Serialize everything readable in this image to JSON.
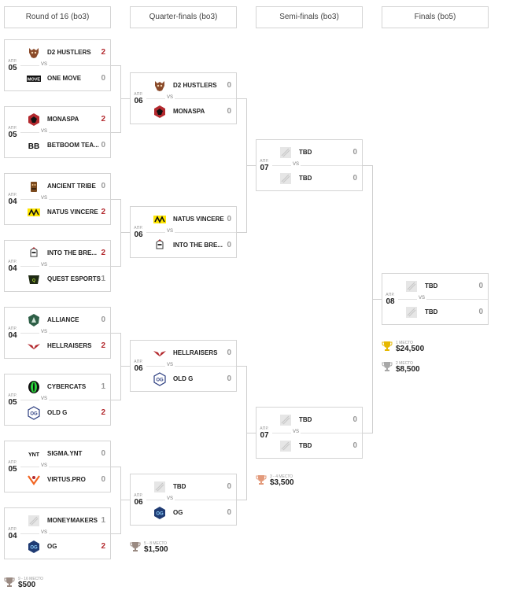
{
  "rounds": [
    {
      "title": "Round of 16 (bo3)"
    },
    {
      "title": "Quarter-finals (bo3)"
    },
    {
      "title": "Semi-finals (bo3)"
    },
    {
      "title": "Finals (bo5)"
    }
  ],
  "vs_label": "VS",
  "month": "АПР.",
  "matches": [
    {
      "day": "05",
      "team1": {
        "name": "D2 HUSTLERS",
        "score": "2",
        "icon": "d2-hustlers-logo"
      },
      "team2": {
        "name": "ONE MOVE",
        "score": "0",
        "icon": "one-move-logo"
      },
      "winner": 1
    },
    {
      "day": "05",
      "team1": {
        "name": "MONASPA",
        "score": "2",
        "icon": "monaspa-logo"
      },
      "team2": {
        "name": "BETBOOM TEA...",
        "score": "0",
        "icon": "betboom-logo"
      },
      "winner": 1
    },
    {
      "day": "04",
      "team1": {
        "name": "ANCIENT TRIBE",
        "score": "0",
        "icon": "ancient-tribe-logo"
      },
      "team2": {
        "name": "NATUS VINCERE",
        "score": "2",
        "icon": "navi-logo"
      },
      "winner": 2
    },
    {
      "day": "04",
      "team1": {
        "name": "INTO THE BRE...",
        "score": "2",
        "icon": "into-the-breach-logo"
      },
      "team2": {
        "name": "QUEST ESPORTS",
        "score": "1",
        "icon": "quest-logo"
      },
      "winner": 1
    },
    {
      "day": "04",
      "team1": {
        "name": "ALLIANCE",
        "score": "0",
        "icon": "alliance-logo"
      },
      "team2": {
        "name": "HELLRAISERS",
        "score": "2",
        "icon": "hellraisers-logo"
      },
      "winner": 2
    },
    {
      "day": "05",
      "team1": {
        "name": "CYBERCATS",
        "score": "1",
        "icon": "cybercats-logo"
      },
      "team2": {
        "name": "OLD G",
        "score": "2",
        "icon": "old-g-logo"
      },
      "winner": 2
    },
    {
      "day": "05",
      "team1": {
        "name": "SIGMA.YNT",
        "score": "0",
        "icon": "sigma-ynt-logo"
      },
      "team2": {
        "name": "VIRTUS.PRO",
        "score": "0",
        "icon": "virtus-pro-logo"
      },
      "winner": 0
    },
    {
      "day": "04",
      "team1": {
        "name": "MONEYMAKERS",
        "score": "1",
        "icon": "placeholder-logo"
      },
      "team2": {
        "name": "OG",
        "score": "2",
        "icon": "og-logo"
      },
      "winner": 2
    },
    {
      "day": "06",
      "team1": {
        "name": "D2 HUSTLERS",
        "score": "0",
        "icon": "d2-hustlers-logo"
      },
      "team2": {
        "name": "MONASPA",
        "score": "0",
        "icon": "monaspa-logo"
      },
      "winner": 0
    },
    {
      "day": "06",
      "team1": {
        "name": "NATUS VINCERE",
        "score": "0",
        "icon": "navi-logo"
      },
      "team2": {
        "name": "INTO THE BRE...",
        "score": "0",
        "icon": "into-the-breach-logo"
      },
      "winner": 0
    },
    {
      "day": "06",
      "team1": {
        "name": "HELLRAISERS",
        "score": "0",
        "icon": "hellraisers-logo"
      },
      "team2": {
        "name": "OLD G",
        "score": "0",
        "icon": "old-g-logo"
      },
      "winner": 0
    },
    {
      "day": "06",
      "team1": {
        "name": "TBD",
        "score": "0",
        "icon": "placeholder-logo"
      },
      "team2": {
        "name": "OG",
        "score": "0",
        "icon": "og-logo"
      },
      "winner": 0
    },
    {
      "day": "07",
      "team1": {
        "name": "TBD",
        "score": "0",
        "icon": "placeholder-logo"
      },
      "team2": {
        "name": "TBD",
        "score": "0",
        "icon": "placeholder-logo"
      },
      "winner": 0
    },
    {
      "day": "07",
      "team1": {
        "name": "TBD",
        "score": "0",
        "icon": "placeholder-logo"
      },
      "team2": {
        "name": "TBD",
        "score": "0",
        "icon": "placeholder-logo"
      },
      "winner": 0
    },
    {
      "day": "08",
      "team1": {
        "name": "TBD",
        "score": "0",
        "icon": "placeholder-logo"
      },
      "team2": {
        "name": "TBD",
        "score": "0",
        "icon": "placeholder-logo"
      },
      "winner": 0
    }
  ],
  "prizes": [
    {
      "label": "1 МЕСТО",
      "value": "$24,500",
      "color": "#e6b800"
    },
    {
      "label": "2 МЕСТО",
      "value": "$8,500",
      "color": "#a8a8a8"
    },
    {
      "label": "3 - 4 МЕСТО",
      "value": "$3,500",
      "color": "#e39a7b"
    },
    {
      "label": "5 - 8 МЕСТО",
      "value": "$1,500",
      "color": "#9a8a82"
    },
    {
      "label": "9 - 16 МЕСТО",
      "value": "$500",
      "color": "#9a8a82"
    }
  ],
  "colors": {
    "win": "#b3292e",
    "border": "#d4d4d4",
    "accent_red": "#b3292e",
    "navi_yellow": "#ffe600"
  }
}
